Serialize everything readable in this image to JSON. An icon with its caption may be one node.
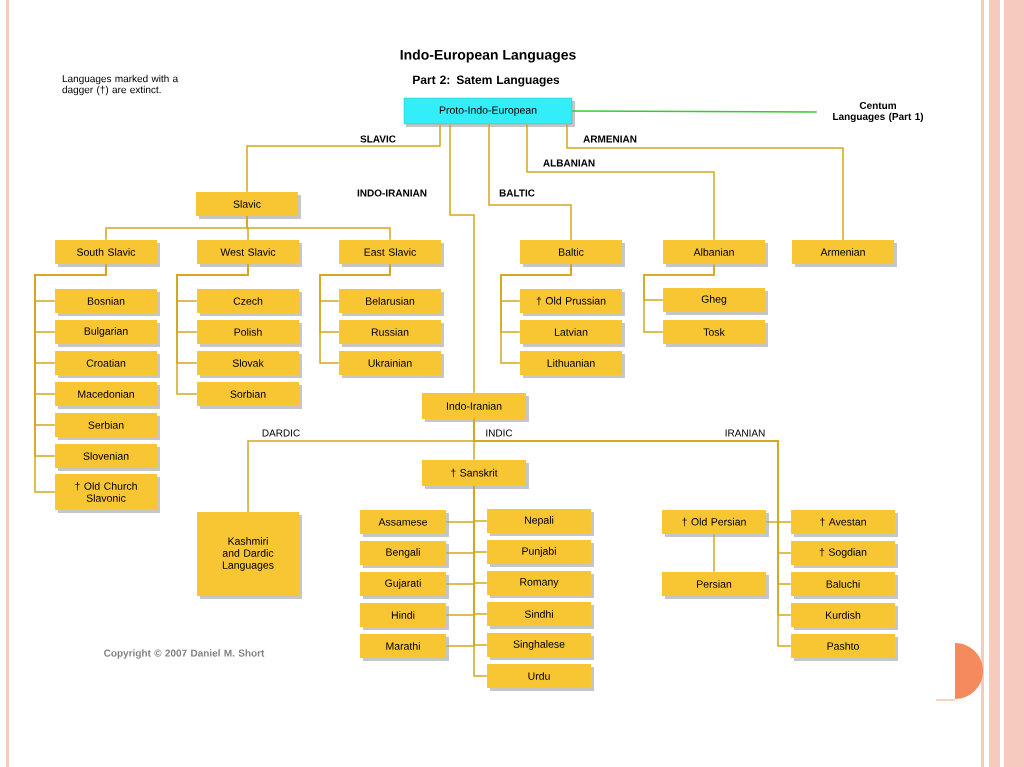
{
  "diagram": {
    "title": "Indo-European Languages",
    "nodes": [
      {
        "text": [
          "Proto-Indo-European"
        ]
      },
      {
        "text": [
          "Centum Languages (Part 1)"
        ]
      },
      {
        "text": [
          "Slavic"
        ]
      },
      {
        "text": [
          "South Slavic"
        ]
      },
      {
        "text": [
          "West Slavic"
        ]
      },
      {
        "text": [
          "East Slavic"
        ]
      },
      {
        "text": [
          "Bosnian"
        ]
      },
      {
        "text": [
          "Bulgarian"
        ]
      },
      {
        "text": [
          "Croatian"
        ]
      },
      {
        "text": [
          "Macedonian"
        ]
      },
      {
        "text": [
          "Serbian"
        ]
      },
      {
        "text": [
          "Slovenian"
        ]
      },
      {
        "text": [
          "† Old Church Slavonic"
        ]
      },
      {
        "text": [
          "Czech"
        ]
      },
      {
        "text": [
          "Polish"
        ]
      },
      {
        "text": [
          "Slovak"
        ]
      },
      {
        "text": [
          "Sorbian"
        ]
      },
      {
        "text": [
          "Belarusian"
        ]
      },
      {
        "text": [
          "Russian"
        ]
      },
      {
        "text": [
          "Ukrainian"
        ]
      },
      {
        "text": [
          "Baltic"
        ]
      },
      {
        "text": [
          "† Old Prussian"
        ]
      },
      {
        "text": [
          "Latvian"
        ]
      },
      {
        "text": [
          "Lithuanian"
        ]
      },
      {
        "text": [
          "Albanian"
        ]
      },
      {
        "text": [
          "Gheg"
        ]
      },
      {
        "text": [
          "Tosk"
        ]
      },
      {
        "text": [
          "Armenian"
        ]
      },
      {
        "text": [
          "Indo-Iranian"
        ]
      },
      {
        "text": [
          "Kashmiri and Dardic Languages"
        ]
      },
      {
        "text": [
          "† Sanskrit"
        ]
      },
      {
        "text": [
          "Assamese"
        ]
      },
      {
        "text": [
          "Bengali"
        ]
      },
      {
        "text": [
          "Gujarati"
        ]
      },
      {
        "text": [
          "Hindi"
        ]
      },
      {
        "text": [
          "Marathi"
        ]
      },
      {
        "text": [
          "Nepali"
        ]
      },
      {
        "text": [
          "Punjabi"
        ]
      },
      {
        "text": [
          "Romany"
        ]
      },
      {
        "text": [
          "Sindhi"
        ]
      },
      {
        "text": [
          "Singhalese"
        ]
      },
      {
        "text": [
          "Urdu"
        ]
      },
      {
        "text": [
          "† Old Persian"
        ]
      },
      {
        "text": [
          "Persian"
        ]
      },
      {
        "text": [
          "† Avestan"
        ]
      },
      {
        "text": [
          "† Sogdian"
        ]
      },
      {
        "text": [
          "Baluchi"
        ]
      },
      {
        "text": [
          "Kurdish"
        ]
      },
      {
        "text": [
          "Pashto"
        ]
      }
    ],
    "edges": [
      {
        "from": 0,
        "to": 1,
        "arrow": "none",
        "color": "#33cc33"
      },
      {
        "from": 0,
        "to": 2,
        "arrow": "none",
        "label": "SLAVIC"
      },
      {
        "from": 0,
        "to": 28,
        "arrow": "none",
        "label": "INDO-IRANIAN"
      },
      {
        "from": 0,
        "to": 20,
        "arrow": "none",
        "label": "BALTIC"
      },
      {
        "from": 0,
        "to": 24,
        "arrow": "none",
        "label": "ALBANIAN"
      },
      {
        "from": 0,
        "to": 27,
        "arrow": "none",
        "label": "ARMENIAN"
      },
      {
        "from": 2,
        "to": 3,
        "arrow": "none"
      },
      {
        "from": 2,
        "to": 4,
        "arrow": "none"
      },
      {
        "from": 2,
        "to": 5,
        "arrow": "none"
      },
      {
        "from": 3,
        "to": 6,
        "arrow": "none"
      },
      {
        "from": 3,
        "to": 7,
        "arrow": "none"
      },
      {
        "from": 3,
        "to": 8,
        "arrow": "none"
      },
      {
        "from": 3,
        "to": 9,
        "arrow": "none"
      },
      {
        "from": 3,
        "to": 10,
        "arrow": "none"
      },
      {
        "from": 3,
        "to": 11,
        "arrow": "none"
      },
      {
        "from": 3,
        "to": 12,
        "arrow": "none"
      },
      {
        "from": 4,
        "to": 13,
        "arrow": "none"
      },
      {
        "from": 4,
        "to": 14,
        "arrow": "none"
      },
      {
        "from": 4,
        "to": 15,
        "arrow": "none"
      },
      {
        "from": 4,
        "to": 16,
        "arrow": "none"
      },
      {
        "from": 5,
        "to": 17,
        "arrow": "none"
      },
      {
        "from": 5,
        "to": 18,
        "arrow": "none"
      },
      {
        "from": 5,
        "to": 19,
        "arrow": "none"
      },
      {
        "from": 20,
        "to": 21,
        "arrow": "none"
      },
      {
        "from": 20,
        "to": 22,
        "arrow": "none"
      },
      {
        "from": 20,
        "to": 23,
        "arrow": "none"
      },
      {
        "from": 24,
        "to": 25,
        "arrow": "none"
      },
      {
        "from": 24,
        "to": 26,
        "arrow": "none"
      },
      {
        "from": 28,
        "to": 29,
        "arrow": "none",
        "label": "DARDIC"
      },
      {
        "from": 28,
        "to": 30,
        "arrow": "none",
        "label": "INDIC"
      },
      {
        "from": 28,
        "to": 42,
        "arrow": "none",
        "label": "IRANIAN"
      },
      {
        "from": 28,
        "to": 44,
        "arrow": "none"
      },
      {
        "from": 28,
        "to": 45,
        "arrow": "none"
      },
      {
        "from": 28,
        "to": 46,
        "arrow": "none"
      },
      {
        "from": 28,
        "to": 47,
        "arrow": "none"
      },
      {
        "from": 28,
        "to": 48,
        "arrow": "none"
      },
      {
        "from": 30,
        "to": 31,
        "arrow": "none"
      },
      {
        "from": 30,
        "to": 32,
        "arrow": "none"
      },
      {
        "from": 30,
        "to": 33,
        "arrow": "none"
      },
      {
        "from": 30,
        "to": 34,
        "arrow": "none"
      },
      {
        "from": 30,
        "to": 35,
        "arrow": "none"
      },
      {
        "from": 30,
        "to": 36,
        "arrow": "none"
      },
      {
        "from": 30,
        "to": 37,
        "arrow": "none"
      },
      {
        "from": 30,
        "to": 38,
        "arrow": "none"
      },
      {
        "from": 30,
        "to": 39,
        "arrow": "none"
      },
      {
        "from": 30,
        "to": 40,
        "arrow": "none"
      },
      {
        "from": 30,
        "to": 41,
        "arrow": "none"
      },
      {
        "from": 42,
        "to": 43,
        "arrow": "none"
      }
    ],
    "labels": [
      "Part 2: Satem Languages",
      "Languages marked with a dagger (†) are extinct.",
      "Copyright © 2007 Daniel M. Short"
    ]
  }
}
